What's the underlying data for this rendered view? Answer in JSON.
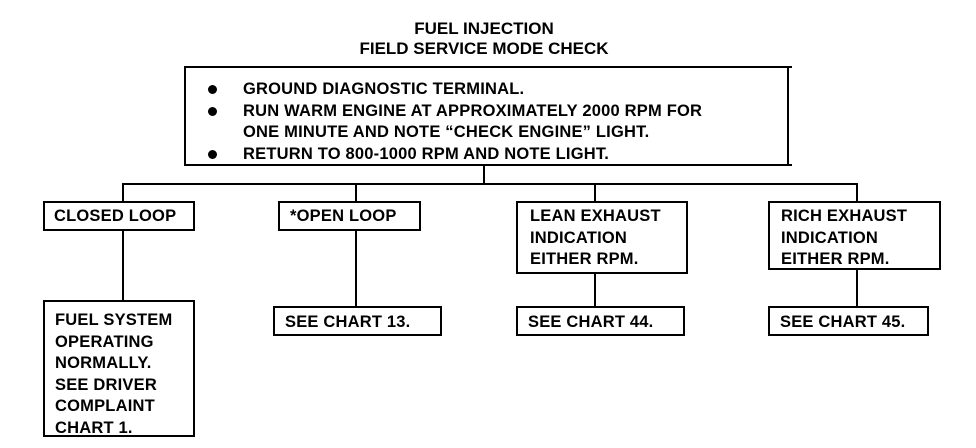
{
  "title": {
    "line1": "FUEL INJECTION",
    "line2": "FIELD SERVICE MODE CHECK"
  },
  "main": {
    "items": [
      "GROUND DIAGNOSTIC TERMINAL.",
      "RUN WARM ENGINE AT APPROXIMATELY 2000 RPM FOR",
      "ONE MINUTE AND NOTE “CHECK ENGINE” LIGHT.",
      "RETURN TO 800-1000 RPM AND NOTE LIGHT."
    ]
  },
  "branches": {
    "closed_loop": "CLOSED LOOP",
    "open_loop": "*OPEN LOOP",
    "lean": [
      "LEAN EXHAUST",
      "INDICATION",
      "EITHER RPM."
    ],
    "rich": [
      "RICH EXHAUST",
      "INDICATION",
      "EITHER RPM."
    ]
  },
  "results": {
    "fuel_system": [
      "FUEL SYSTEM",
      "OPERATING",
      "NORMALLY.",
      "SEE DRIVER",
      "COMPLAINT",
      "CHART 1."
    ],
    "chart13": "SEE CHART 13.",
    "chart44": "SEE CHART 44.",
    "chart45": "SEE CHART 45."
  }
}
